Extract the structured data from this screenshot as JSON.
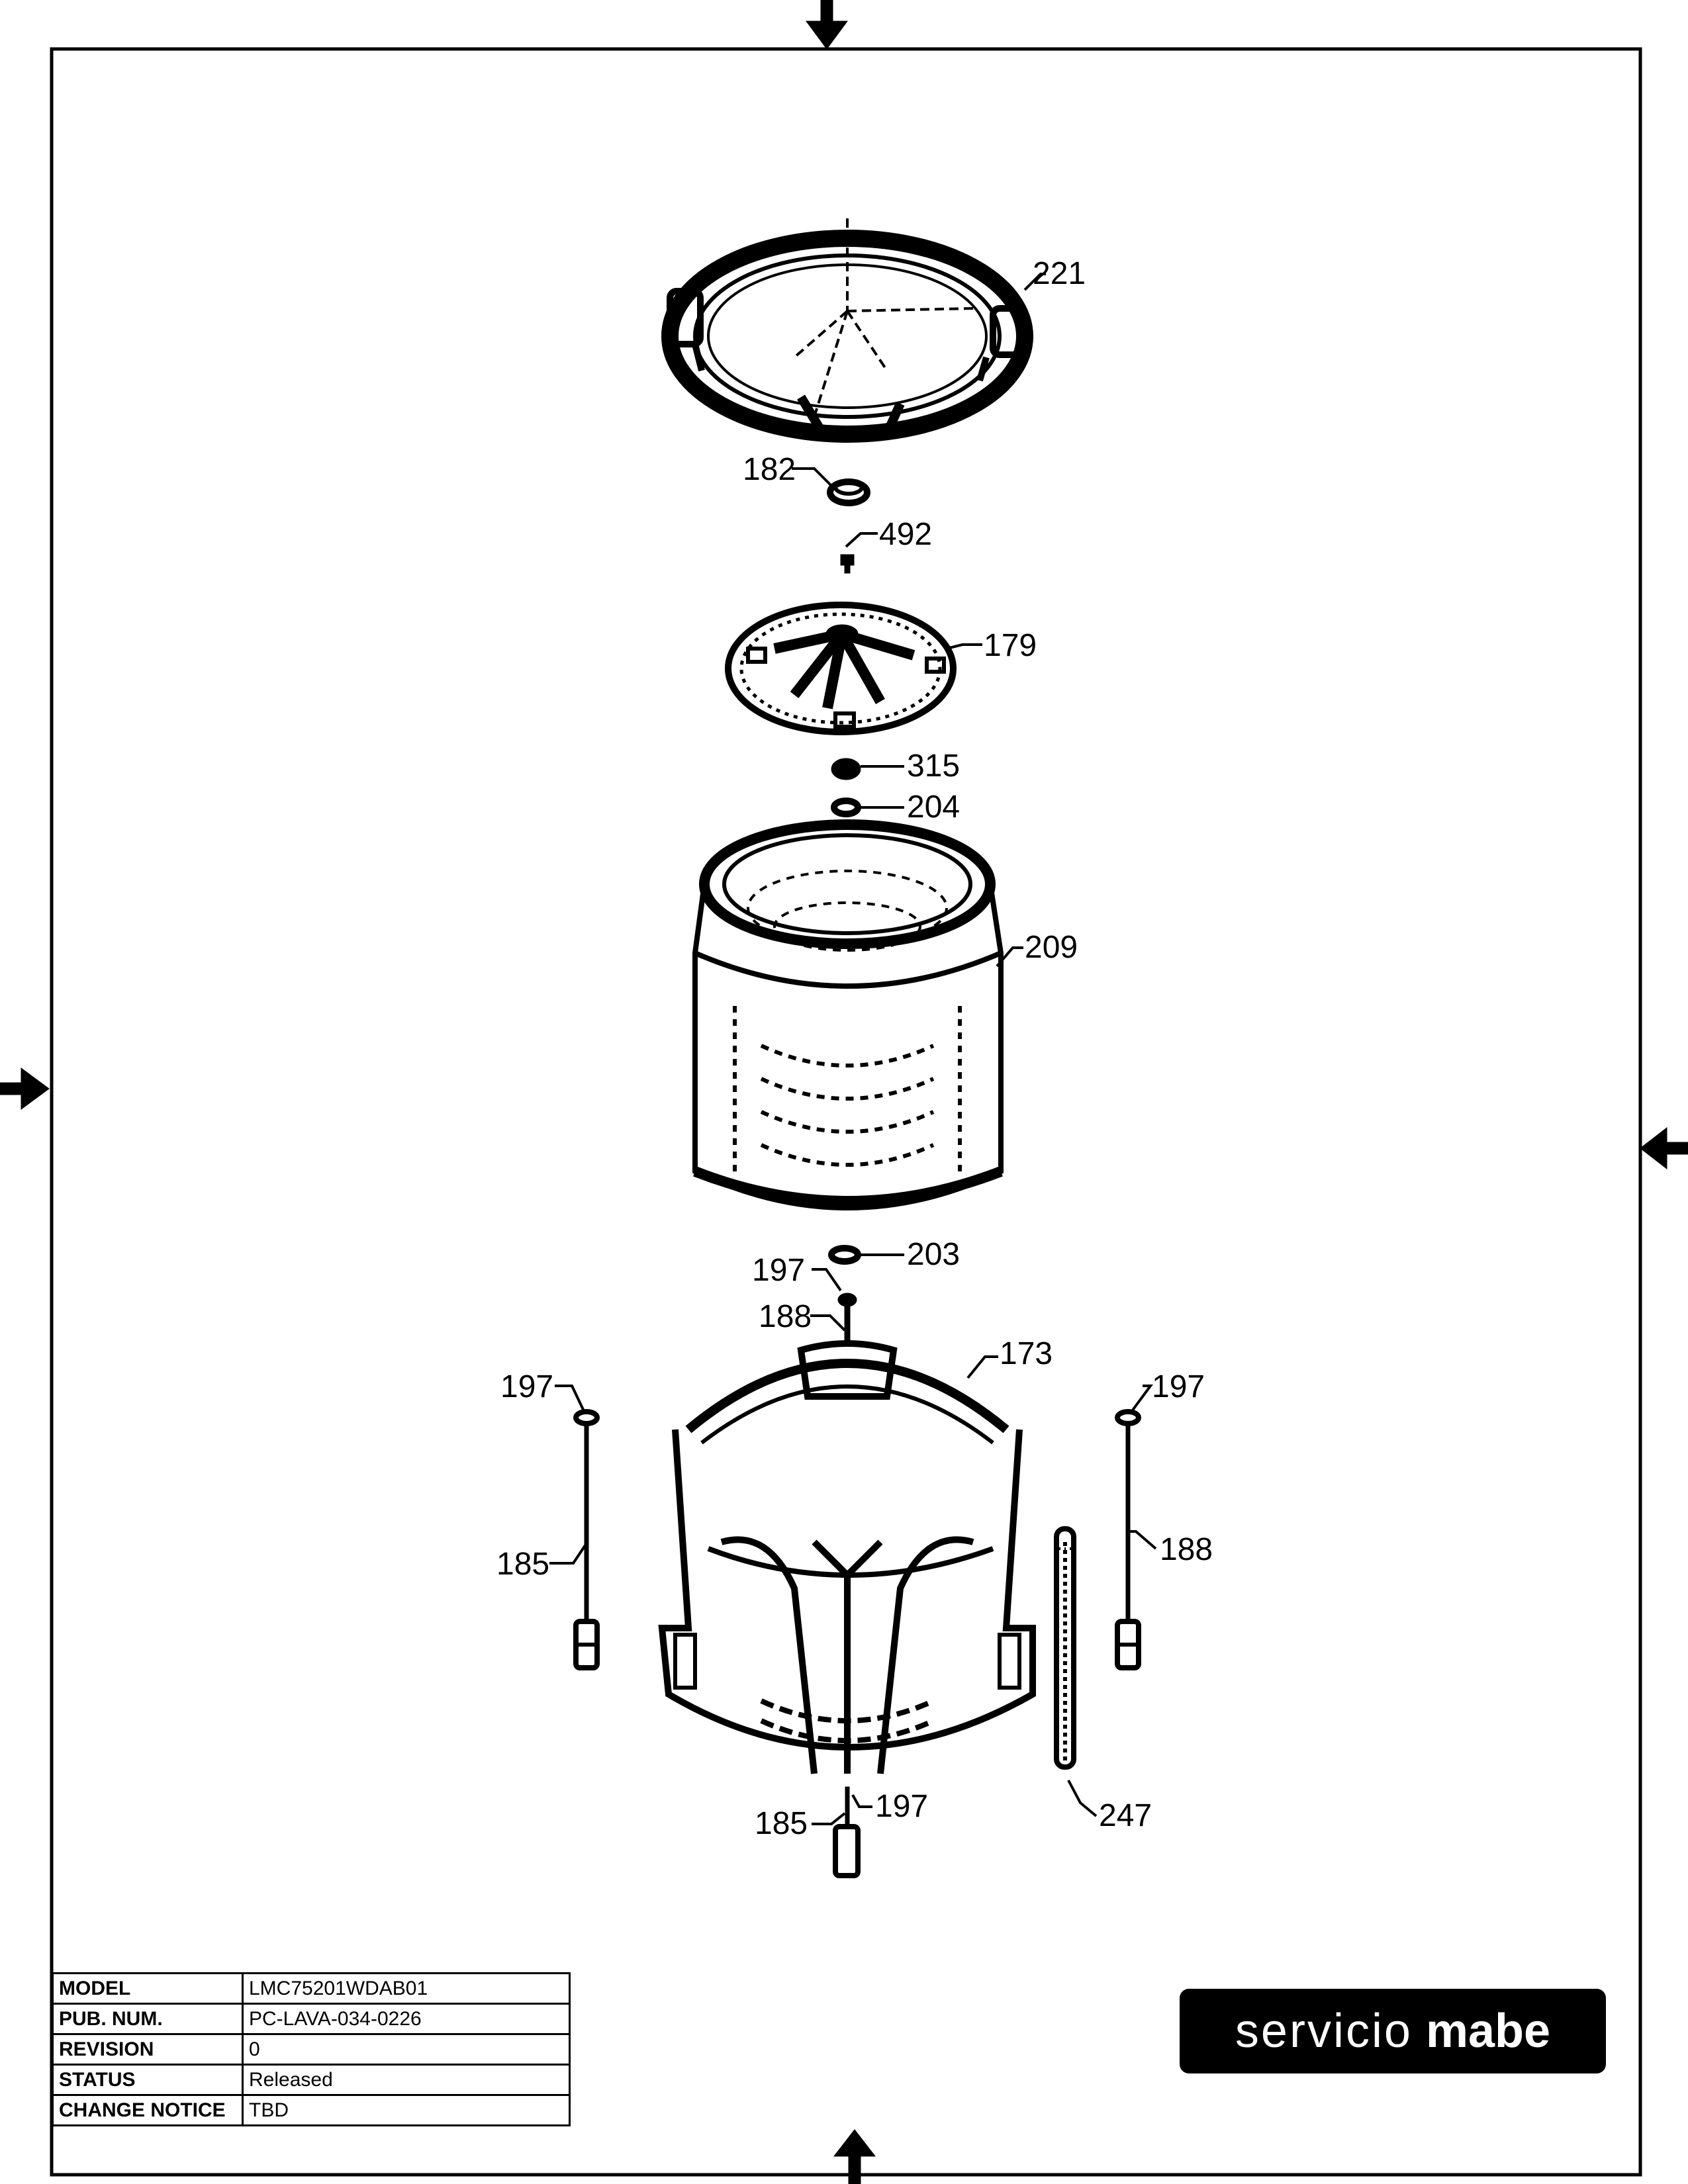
{
  "callouts": [
    {
      "id": "c221",
      "label": "221"
    },
    {
      "id": "c182",
      "label": "182"
    },
    {
      "id": "c492",
      "label": "492"
    },
    {
      "id": "c179",
      "label": "179"
    },
    {
      "id": "c315",
      "label": "315"
    },
    {
      "id": "c204",
      "label": "204"
    },
    {
      "id": "c209",
      "label": "209"
    },
    {
      "id": "c203",
      "label": "203"
    },
    {
      "id": "c197a",
      "label": "197"
    },
    {
      "id": "c188a",
      "label": "188"
    },
    {
      "id": "c173",
      "label": "173"
    },
    {
      "id": "c197b",
      "label": "197"
    },
    {
      "id": "c197c",
      "label": "197"
    },
    {
      "id": "c185a",
      "label": "185"
    },
    {
      "id": "c188b",
      "label": "188"
    },
    {
      "id": "c185b",
      "label": "185"
    },
    {
      "id": "c197d",
      "label": "197"
    },
    {
      "id": "c247",
      "label": "247"
    }
  ],
  "info_table": {
    "rows": [
      {
        "key": "MODEL",
        "value": "LMC75201WDAB01"
      },
      {
        "key": "PUB. NUM.",
        "value": "PC-LAVA-034-0226"
      },
      {
        "key": "REVISION",
        "value": "0"
      },
      {
        "key": "STATUS",
        "value": "Released"
      },
      {
        "key": "CHANGE NOTICE",
        "value": "TBD"
      }
    ]
  },
  "logo": {
    "text_light": "servicio",
    "text_bold": "mabe"
  },
  "colors": {
    "ink": "#000000",
    "paper": "#ffffff"
  }
}
